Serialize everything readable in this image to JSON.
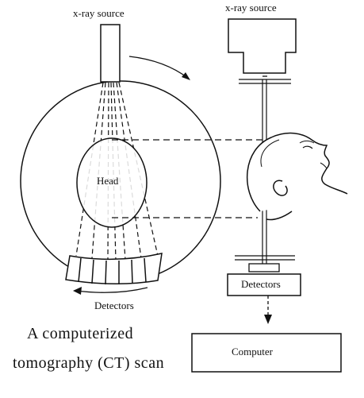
{
  "labels": {
    "source_left": "x-ray source",
    "source_right": "x-ray source",
    "head": "Head",
    "detectors_left": "Detectors",
    "detectors_right": "Detectors",
    "computer": "Computer"
  },
  "caption": {
    "line1": "A computerized",
    "line2": "tomography (CT) scan"
  }
}
